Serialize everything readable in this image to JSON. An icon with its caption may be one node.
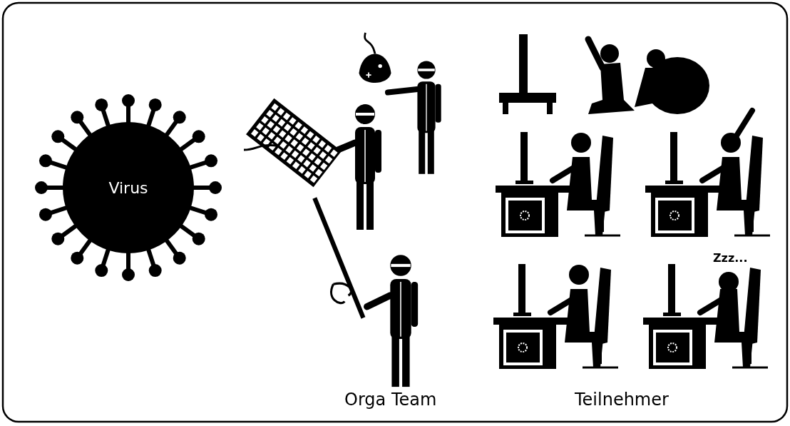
{
  "diagram": {
    "nodes": [
      {
        "text": [
          "Virus"
        ]
      }
    ],
    "labels": [
      "Orga Team",
      "Teilnehmer",
      "Zzz..."
    ]
  }
}
